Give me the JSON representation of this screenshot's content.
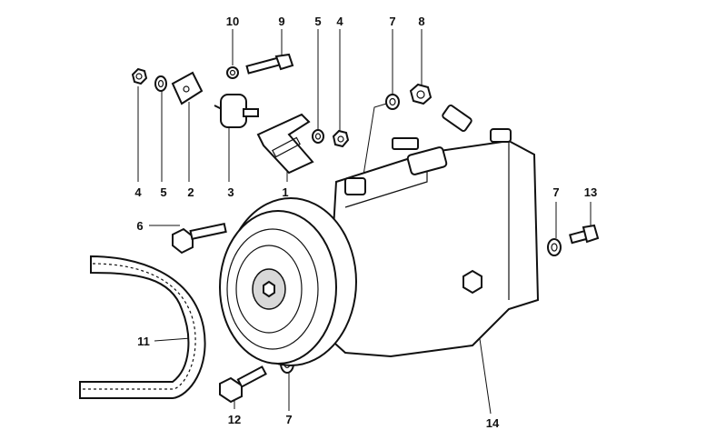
{
  "callouts": {
    "c10": "10",
    "c9": "9",
    "c5_top": "5",
    "c4_top": "4",
    "c7_top": "7",
    "c8": "8",
    "c4_bottom": "4",
    "c5_bottom": "5",
    "c2": "2",
    "c3": "3",
    "c1": "1",
    "c7_right": "7",
    "c13": "13",
    "c6": "6",
    "c11": "11",
    "c12": "12",
    "c7_bottom": "7",
    "c14": "14"
  }
}
